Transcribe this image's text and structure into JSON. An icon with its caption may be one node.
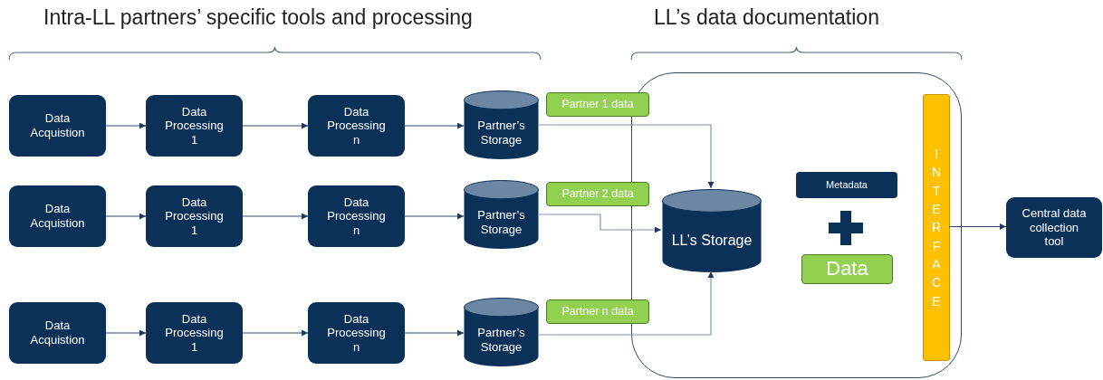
{
  "diagram": {
    "nodes": [
      {
        "text": [],
        "shape": "box"
      },
      {
        "text": [
          "Data Acquistion"
        ]
      },
      {
        "text": [
          "Data Processing 1"
        ]
      },
      {
        "text": [
          "Data Processing n"
        ]
      },
      {
        "text": [
          "Partner’s Storage"
        ]
      },
      {
        "text": [
          "Data Acquistion"
        ]
      },
      {
        "text": [
          "Data Processing 1"
        ]
      },
      {
        "text": [
          "Data Processing n"
        ]
      },
      {
        "text": [
          "Partner’s Storage"
        ]
      },
      {
        "text": [
          "Data Acquistion"
        ]
      },
      {
        "text": [
          "Data Processing 1"
        ]
      },
      {
        "text": [
          "Data Processing n"
        ]
      },
      {
        "text": [
          "Partner’s Storage"
        ]
      },
      {
        "text": [
          "Partner 1 data"
        ]
      },
      {
        "text": [
          "Partner 2 data"
        ]
      },
      {
        "text": [
          "Partner n data"
        ]
      },
      {
        "text": [
          "LL’s Storage"
        ],
        "in": 0
      },
      {
        "text": [
          "Metadata"
        ],
        "in": 0
      },
      {
        "text": [
          "Data"
        ],
        "in": 0
      },
      {
        "text": [
          "INTERFACE"
        ],
        "in": 0
      },
      {
        "text": [
          "Central data collection tool"
        ]
      }
    ],
    "edges": [
      {
        "from": 1,
        "to": 2,
        "arrow": "to"
      },
      {
        "from": 2,
        "to": 3,
        "arrow": "to"
      },
      {
        "from": 3,
        "to": 4,
        "arrow": "to"
      },
      {
        "from": 5,
        "to": 6,
        "arrow": "to"
      },
      {
        "from": 6,
        "to": 7,
        "arrow": "to"
      },
      {
        "from": 7,
        "to": 8,
        "arrow": "to"
      },
      {
        "from": 9,
        "to": 10,
        "arrow": "to"
      },
      {
        "from": 10,
        "to": 11,
        "arrow": "to"
      },
      {
        "from": 11,
        "to": 12,
        "arrow": "to"
      },
      {
        "from": 4,
        "to": 16,
        "arrow": "to"
      },
      {
        "from": 8,
        "to": 16,
        "arrow": "to"
      },
      {
        "from": 12,
        "to": 16,
        "arrow": "to"
      },
      {
        "from": 19,
        "to": 20,
        "arrow": "to"
      }
    ],
    "labels": [
      "Intra-LL partners’ specific tools and processing",
      "LL’s data documentation"
    ]
  }
}
